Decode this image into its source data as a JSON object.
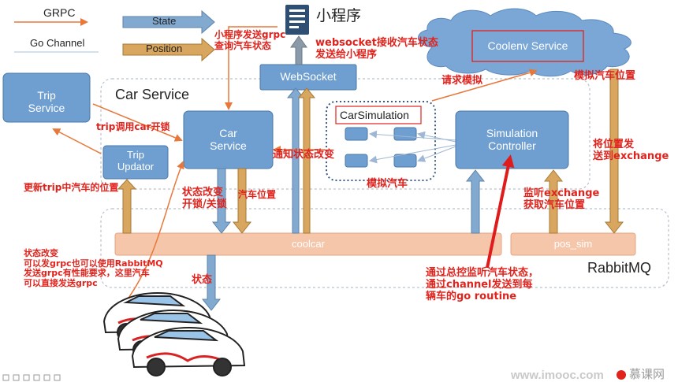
{
  "legend": {
    "grpc": "GRPC",
    "go_channel": "Go Channel",
    "state": "State",
    "position": "Position"
  },
  "nodes": {
    "miniprogram": "小程序",
    "websocket": "WebSocket",
    "coolenv": "Coolenv Service",
    "trip_service": "Trip\nService",
    "car_service_group": "Car Service",
    "car_service": "Car\nService",
    "trip_updator": "Trip\nUpdator",
    "car_simulation": "CarSimulation",
    "simulation_controller": "Simulation\nController",
    "coolcar": "coolcar",
    "pos_sim": "pos_sim",
    "rabbitmq": "RabbitMQ"
  },
  "annotations": {
    "mp_grpc": "小程序发送grpc\n查询汽车状态",
    "ws_push": "websocket接收汽车状态\n发送给小程序",
    "request_sim": "请求模拟",
    "sim_position": "模拟汽车位置",
    "trip_call": "trip调用car开锁",
    "notify_state": "通知状态改变",
    "send_exchange": "将位置发\n送到exchange",
    "update_trip": "更新trip中汽车的位置",
    "state_change": "状态改变\n开锁/关锁",
    "car_position": "汽车位置",
    "sim_car": "模拟汽车",
    "listen_exchange": "监听exchange\n获取汽车位置",
    "state_change_note": "状态改变\n可以发grpc也可以使用RabbitMQ\n发送grpc有性能要求，这里汽车\n可以直接发送grpc",
    "state": "状态",
    "controller_note": "通过总控监听汽车状态，\n通过channel发送到每\n辆车的go routine"
  },
  "footer": {
    "watermark": "www.imooc.com",
    "brand": "慕课网"
  },
  "colors": {
    "blue_box": "#6f9fd0",
    "orange_box": "#f5c6a9",
    "cloud": "#7aa7d6",
    "arrow_blue": "#7aa3c9",
    "arrow_gold": "#c49a55",
    "red": "#e0231d"
  }
}
